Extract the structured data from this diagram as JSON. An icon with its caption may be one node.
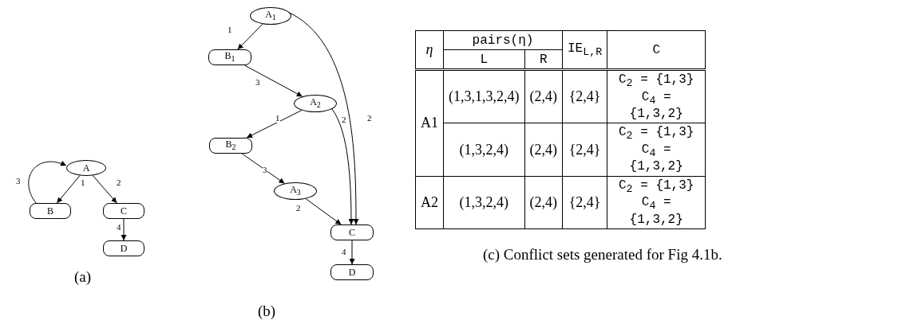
{
  "diagram": {
    "nodes": [
      {
        "text": [
          "A"
        ]
      },
      {
        "text": [
          "B"
        ]
      },
      {
        "text": [
          "C"
        ]
      },
      {
        "text": [
          "D"
        ]
      },
      {
        "text": [
          "A$_{1}$"
        ]
      },
      {
        "text": [
          "B$_{1}$"
        ]
      },
      {
        "text": [
          "A$_{2}$"
        ]
      },
      {
        "text": [
          "B$_{2}$"
        ]
      },
      {
        "text": [
          "A$_{3}$"
        ]
      },
      {
        "text": [
          "C"
        ]
      },
      {
        "text": [
          "D"
        ]
      }
    ],
    "edges": [
      {
        "from": 0,
        "to": 1,
        "arrow": "to",
        "label": "1"
      },
      {
        "from": 0,
        "to": 2,
        "arrow": "to",
        "label": "2"
      },
      {
        "from": 1,
        "to": 0,
        "arrow": "to",
        "label": "3"
      },
      {
        "from": 2,
        "to": 3,
        "arrow": "to",
        "label": "4"
      },
      {
        "from": 4,
        "to": 5,
        "arrow": "to",
        "label": "1"
      },
      {
        "from": 4,
        "to": 9,
        "arrow": "to",
        "label": "2"
      },
      {
        "from": 5,
        "to": 6,
        "arrow": "to",
        "label": "3"
      },
      {
        "from": 6,
        "to": 7,
        "arrow": "to",
        "label": "1"
      },
      {
        "from": 6,
        "to": 9,
        "arrow": "to",
        "label": "2"
      },
      {
        "from": 7,
        "to": 8,
        "arrow": "to",
        "label": "3"
      },
      {
        "from": 8,
        "to": 9,
        "arrow": "to",
        "label": "2"
      },
      {
        "from": 9,
        "to": 10,
        "arrow": "to",
        "label": "4"
      }
    ],
    "labels": [
      "(a)",
      "(b)",
      "η",
      "pairs(η)",
      "IE$_{L,R}$",
      "C",
      "L",
      "R",
      "A1",
      "(1,3,1,3,2,4)",
      "(2,4)",
      "{2,4}",
      "C$_{2}$ = {1,3} C$_{4}$ = {1,3,2}",
      "(1,3,2,4)",
      "(2,4)",
      "{2,4}",
      "C$_{2}$ = {1,3} C$_{4}$ = {1,3,2}",
      "A2",
      "(1,3,2,4)",
      "(2,4)",
      "{2,4}",
      "C$_{2}$ = {1,3} C$_{4}$ = {1,3,2}",
      "(c) Conflict sets generated for Fig 4.1b."
    ]
  }
}
